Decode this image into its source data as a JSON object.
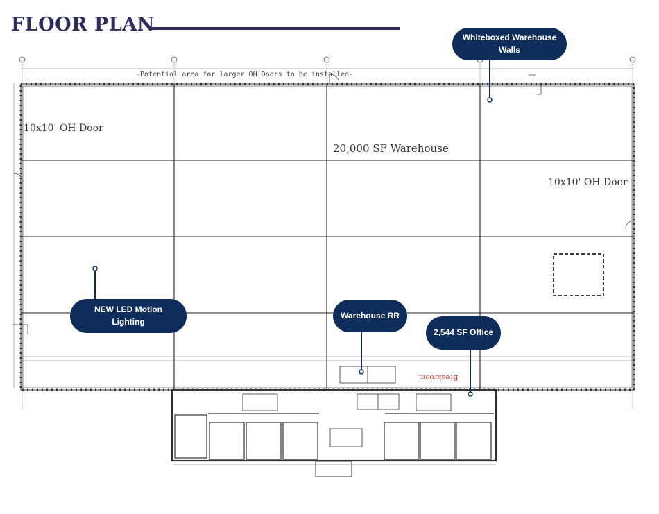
{
  "header": {
    "title": "FLOOR PLAN",
    "accent_color": "#2e2b5f"
  },
  "plan": {
    "note_top": "-Potential area for larger OH Doors to be installed-",
    "door_left": "10x10' OH Door",
    "door_right": "10x10' OH Door",
    "warehouse_label": "20,000 SF Warehouse",
    "breakroom_label": "Breakroom",
    "breakroom_color": "#c0392b",
    "line_color": "#333333"
  },
  "callouts": [
    {
      "id": "walls",
      "label": "Whiteboxed Warehouse Walls"
    },
    {
      "id": "lighting",
      "label": "NEW LED Motion Lighting"
    },
    {
      "id": "restroom",
      "label": "Warehouse RR"
    },
    {
      "id": "office",
      "label": "2,544 SF Office"
    }
  ],
  "callout_color": "#0f2d5a"
}
